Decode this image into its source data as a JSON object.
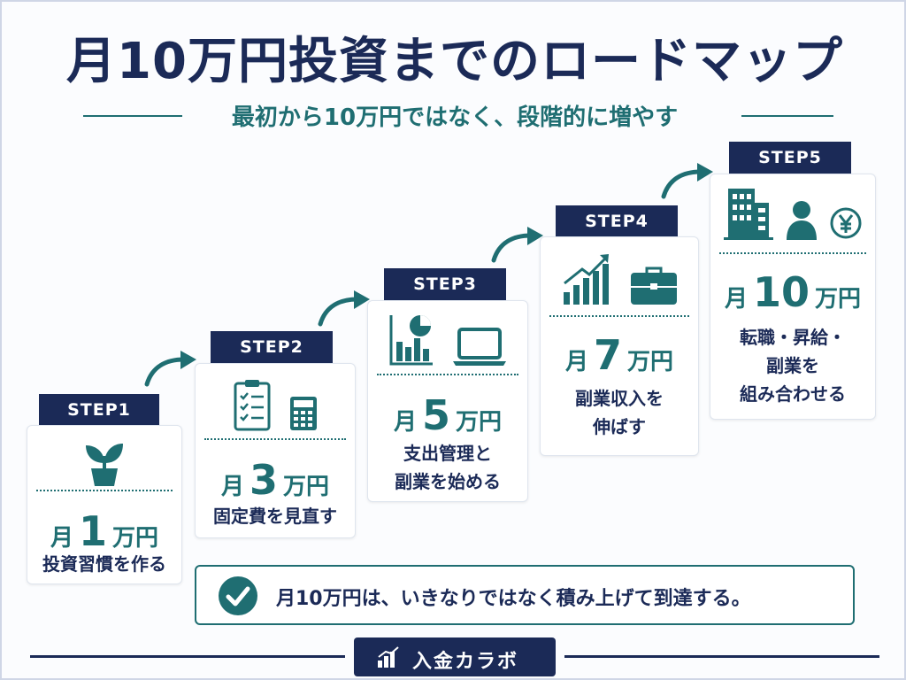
{
  "title": "月10万円投資までのロードマップ",
  "subtitle": "最初から10万円ではなく、段階的に増やす",
  "colors": {
    "navy": "#1b2a57",
    "teal": "#1f6e72",
    "background": "#fbfcfe"
  },
  "steps": [
    {
      "label": "STEP1",
      "month": "月",
      "number": "1",
      "unit": "万円",
      "desc_lines": [
        "投資習慣を作る"
      ],
      "icons": [
        "plant-icon"
      ]
    },
    {
      "label": "STEP2",
      "month": "月",
      "number": "3",
      "unit": "万円",
      "desc_lines": [
        "固定費を見直す"
      ],
      "icons": [
        "checklist-icon",
        "calculator-icon"
      ]
    },
    {
      "label": "STEP3",
      "month": "月",
      "number": "5",
      "unit": "万円",
      "desc_lines": [
        "支出管理と",
        "副業を始める"
      ],
      "icons": [
        "chart-icon",
        "laptop-icon"
      ]
    },
    {
      "label": "STEP4",
      "month": "月",
      "number": "7",
      "unit": "万円",
      "desc_lines": [
        "副業収入を",
        "伸ばす"
      ],
      "icons": [
        "growth-chart-icon",
        "briefcase-icon"
      ]
    },
    {
      "label": "STEP5",
      "month": "月",
      "number": "10",
      "unit": "万円",
      "desc_lines": [
        "転職・昇給・",
        "副業を",
        "組み合わせる"
      ],
      "icons": [
        "building-icon",
        "person-icon",
        "yen-coin-icon"
      ]
    }
  ],
  "note": {
    "text": "月10万円は、いきなりではなく積み上げて到達する。",
    "icon": "check-circle-icon"
  },
  "footer": {
    "brand": "入金カラボ",
    "icon": "bar-chart-icon"
  }
}
